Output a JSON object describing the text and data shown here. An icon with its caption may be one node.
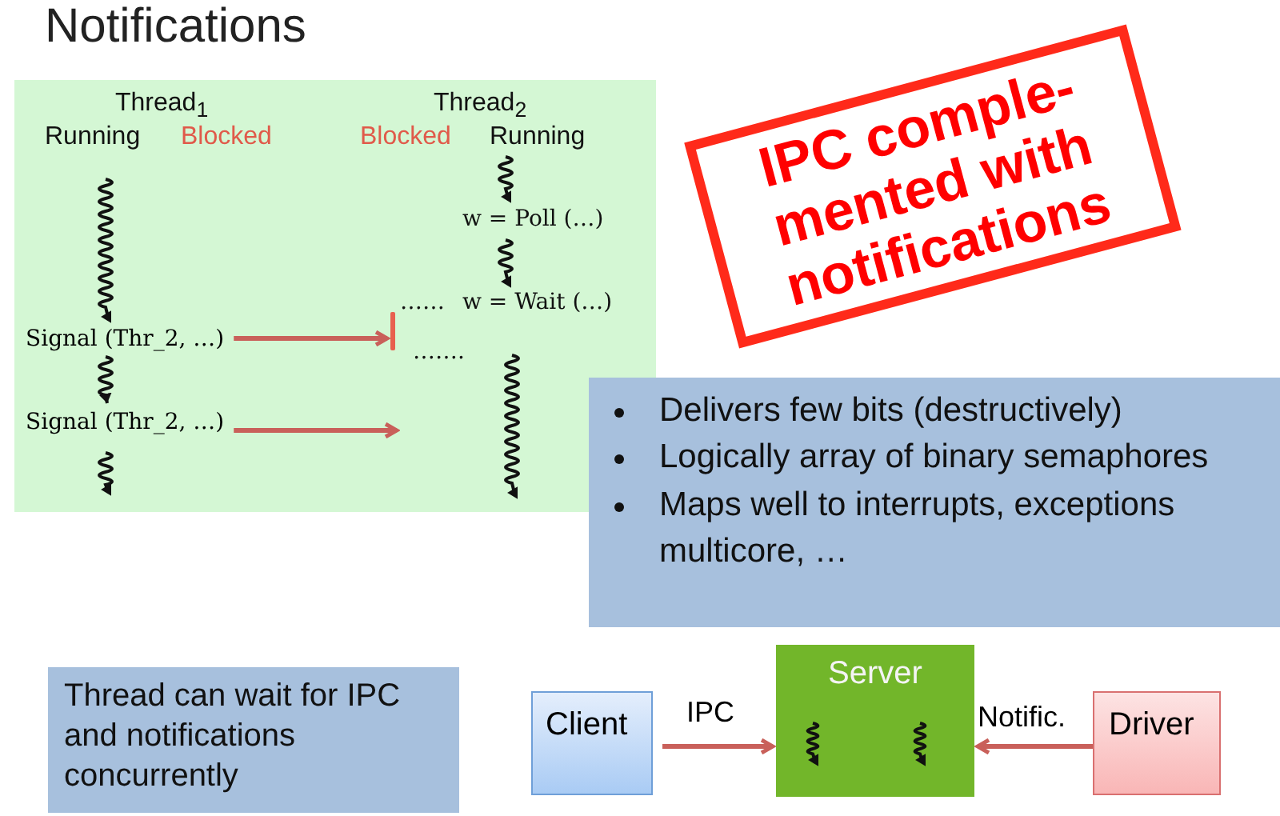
{
  "diagram": {
    "title": "Notifications",
    "nodes": [
      {
        "text": [],
        "shape": "box"
      },
      {
        "text": [
          "Signal (Thr_2, …)"
        ],
        "in": 0
      },
      {
        "text": [],
        "shape": "bar",
        "in": 0
      },
      {
        "text": [
          "Signal (Thr_2, …)"
        ],
        "in": 0
      },
      {
        "text": [
          "IPC comple- mented with notifications"
        ]
      },
      {
        "text": [
          "Delivers few bits (destructively)",
          "Logically array of binary semaphores",
          "Maps well to interrupts, exceptions multicore, …"
        ]
      },
      {
        "text": [
          "Thread can wait for IPC and notifications concurrently"
        ]
      },
      {
        "text": [
          "Client"
        ]
      },
      {
        "text": [
          "Server"
        ]
      },
      {
        "text": [
          "Driver"
        ]
      }
    ],
    "edges": [
      {
        "from": 1,
        "to": 2,
        "arrow": "to"
      },
      {
        "from": 3,
        "to": null,
        "arrow": "to"
      },
      {
        "from": 1,
        "to": 3,
        "arrow": "to",
        "color": "#111111"
      },
      {
        "from": 7,
        "to": 8,
        "arrow": "to",
        "label": "IPC"
      },
      {
        "from": 9,
        "to": 8,
        "arrow": "to",
        "label": "Notific."
      }
    ],
    "labels": [
      "Thread$_{1}$",
      "Running",
      "Blocked",
      "Blocked",
      "Thread$_{2}$",
      "Running",
      "w = Poll (…)",
      "……",
      "w = Wait (…)",
      "……."
    ]
  }
}
